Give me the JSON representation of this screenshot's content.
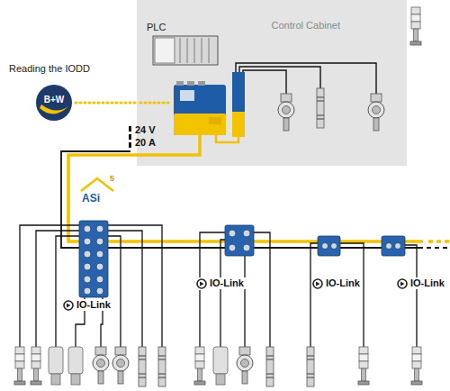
{
  "diagram": {
    "nodes": [
      {
        "text": [
          "Control Cabinet"
        ]
      },
      {
        "text": [
          "B+W"
        ]
      }
    ],
    "edges": [
      {
        "from": 1,
        "to": 0,
        "arrow": "none"
      }
    ],
    "labels": [
      "PLC",
      "Reading the IODD",
      "24 V",
      "20 A",
      "ASi",
      "5",
      "IO-Link",
      "IO-Link",
      "IO-Link",
      "IO-Link"
    ]
  }
}
